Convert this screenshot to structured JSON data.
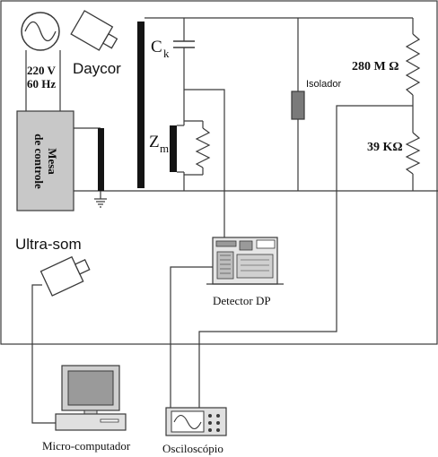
{
  "labels": {
    "voltage": "220 V",
    "frequency": "60 Hz",
    "daycor": "Daycor",
    "ck_main": "C",
    "ck_sub": "k",
    "zm_main": "Z",
    "zm_sub": "m",
    "isolador": "Isolador",
    "r_high": "280 M Ω",
    "r_low": "39 KΩ",
    "mesa_line1": "Mesa",
    "mesa_line2": "de controle",
    "ultrasom": "Ultra-som",
    "detector": "Detector DP",
    "microcomputador": "Micro-computador",
    "osciloscopio": "Osciloscópio"
  },
  "colors": {
    "line": "#3a3a3a",
    "panel_gray": "#c8c8c8",
    "dark_bar": "#141414",
    "isolator_fill": "#7a7a7a",
    "device_fill": "#e6e6e6",
    "screen_fill": "#9a9a9a"
  }
}
